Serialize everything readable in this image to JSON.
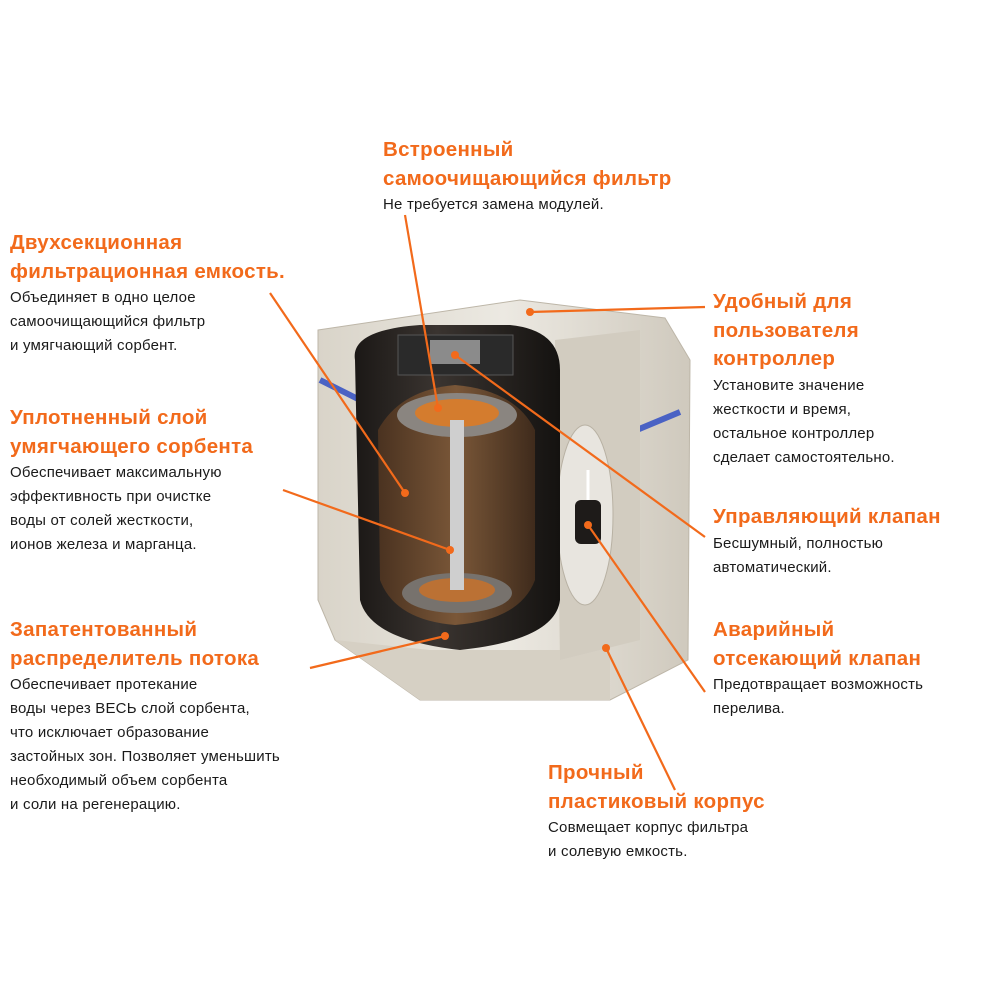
{
  "colors": {
    "accent": "#f26a1b",
    "text": "#1a1a1a",
    "housing": "#e3dfd6",
    "stripe": "#4a62c4",
    "tank": "#2b2622",
    "sorbent": "#6b4a30"
  },
  "callouts": {
    "filter": {
      "title": [
        "Встроенный",
        "самоочищающийся фильтр"
      ],
      "body": [
        "Не требуется замена модулей."
      ]
    },
    "tank": {
      "title": [
        "Двухсекционная",
        "фильтрационная емкость."
      ],
      "body": [
        "Объединяет в одно целое",
        "самоочищающийся фильтр",
        "и умягчающий сорбент."
      ]
    },
    "sorbent": {
      "title": [
        "Уплотненный слой",
        "умягчающего сорбента"
      ],
      "body": [
        "Обеспечивает максимальную",
        "эффективность при очистке",
        "воды от солей жесткости,",
        "ионов железа и марганца."
      ]
    },
    "distributor": {
      "title": [
        "Запатентованный",
        "распределитель потока"
      ],
      "body": [
        "Обеспечивает протекание",
        "воды через ВЕСЬ слой сорбента,",
        "что исключает образование",
        "застойных зон. Позволяет уменьшить",
        "необходимый объем сорбента",
        "и соли на регенерацию."
      ]
    },
    "controller": {
      "title": [
        "Удобный для",
        "пользователя",
        "контроллер"
      ],
      "body": [
        "Установите значение",
        "жесткости и время,",
        "остальное контроллер",
        "сделает самостоятельно."
      ]
    },
    "valve": {
      "title": [
        "Управляющий клапан"
      ],
      "body": [
        "Бесшумный, полностью",
        "автоматический."
      ]
    },
    "shutoff": {
      "title": [
        "Аварийный",
        "отсекающий клапан"
      ],
      "body": [
        "Предотвращает возможность",
        "перелива."
      ]
    },
    "housing": {
      "title": [
        "Прочный",
        "пластиковый корпус"
      ],
      "body": [
        "Совмещает корпус фильтра",
        "и солевую емкость."
      ]
    }
  }
}
